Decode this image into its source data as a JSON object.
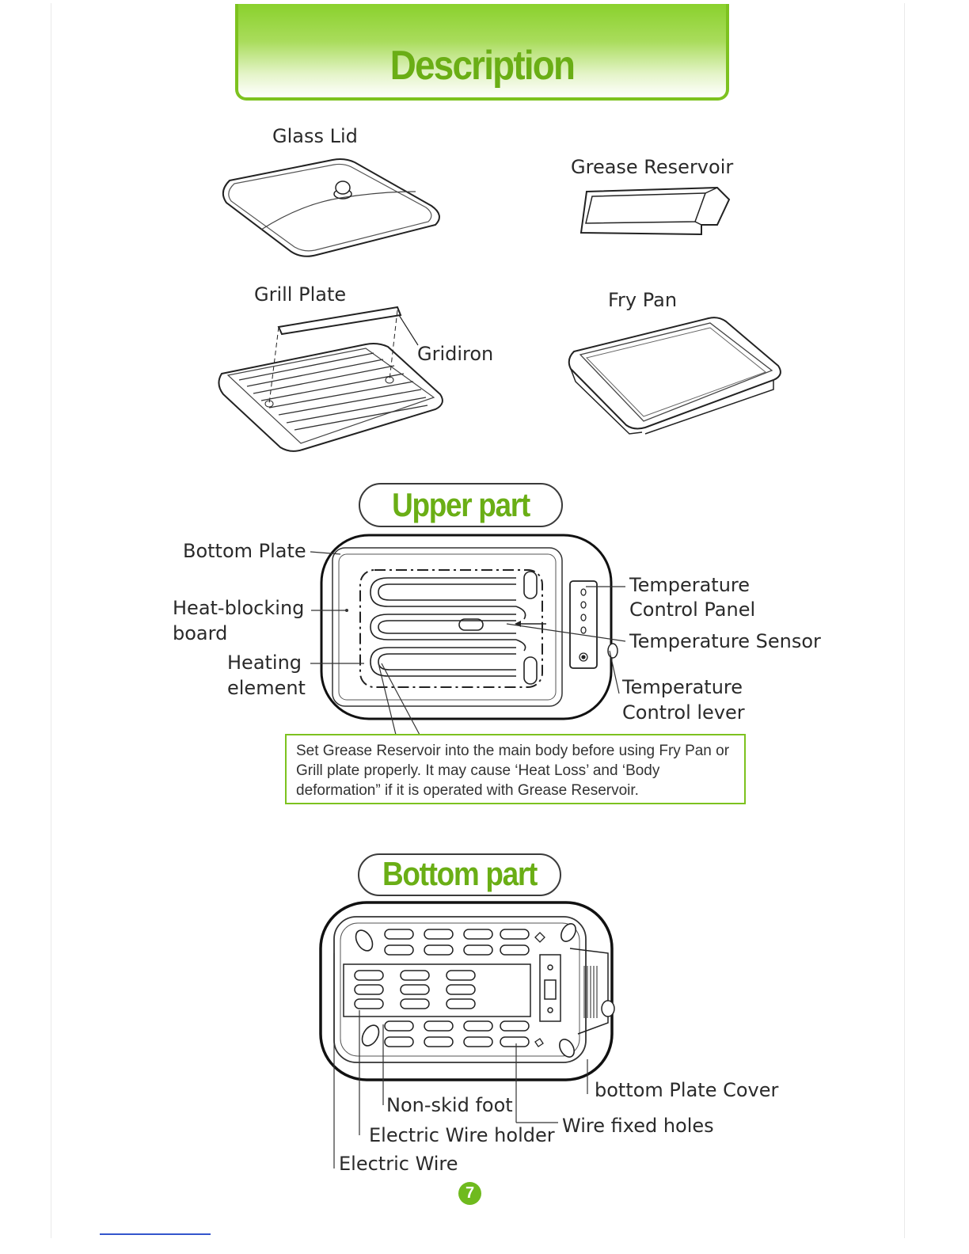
{
  "header": {
    "title": "Description"
  },
  "parts": {
    "glass_lid": "Glass Lid",
    "grease_reservoir": "Grease Reservoir",
    "grill_plate": "Grill Plate",
    "gridiron": "Gridiron",
    "fry_pan": "Fry Pan"
  },
  "upper": {
    "title": "Upper part",
    "bottom_plate": "Bottom Plate",
    "heat_blocking_1": "Heat-blocking",
    "heat_blocking_2": "board",
    "heating_1": "Heating",
    "heating_2": "element",
    "temp_panel_1": "Temperature",
    "temp_panel_2": "Control Panel",
    "temp_sensor": "Temperature Sensor",
    "temp_lever_1": "Temperature",
    "temp_lever_2": "Control lever",
    "note": "Set Grease Reservoir into the main body before using Fry Pan or Grill plate properly. It may cause ‘Heat Loss’ and ‘Body deformation” if it is operated with Grease Reservoir."
  },
  "bottom": {
    "title": "Bottom part",
    "plate_cover": "bottom Plate Cover",
    "non_skid": "Non-skid foot",
    "wire_holes": "Wire fixed holes",
    "wire_holder": "Electric Wire holder",
    "wire": "Electric Wire"
  },
  "page_number": "7"
}
